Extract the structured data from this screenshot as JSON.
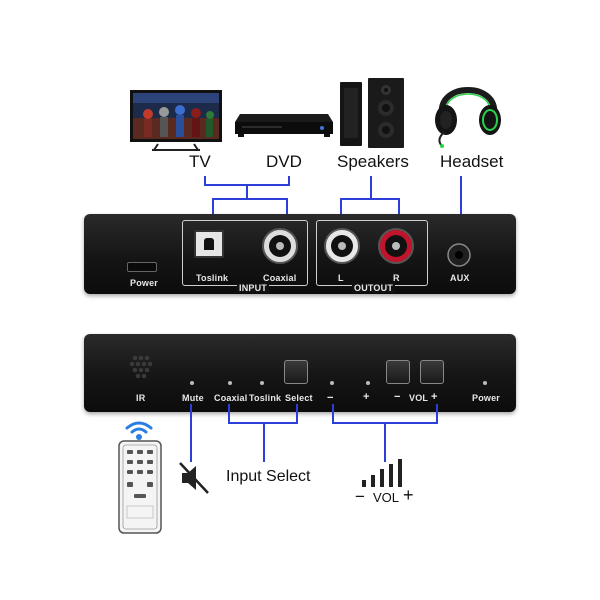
{
  "captions": {
    "tv": "TV",
    "dvd": "DVD",
    "speakers": "Speakers",
    "headset": "Headset",
    "input_select": "Input Select",
    "vol_minus": "−",
    "vol_label": "VOL",
    "vol_plus": "+"
  },
  "rear_panel": {
    "power": "Power",
    "toslink": "Toslink",
    "coaxial": "Coaxial",
    "input_group": "INPUT",
    "left": "L",
    "right": "R",
    "output_group": "OUTOUT",
    "aux": "AUX"
  },
  "front_panel": {
    "ir": "IR",
    "mute": "Mute",
    "coaxial": "Coaxial",
    "toslink": "Toslink",
    "select": "Select",
    "minus": "−",
    "plus": "+",
    "vol_minus": "−",
    "vol": "VOL",
    "vol_plus": "+",
    "power": "Power"
  },
  "colors": {
    "connector_line": "#2c3fd6",
    "panel": "#151515",
    "rca_right_ring": "#c0142c",
    "rca_left_ring": "#e8e8e8",
    "headset_accent": "#2bd14a",
    "wifi_icon": "#2a7de1"
  }
}
